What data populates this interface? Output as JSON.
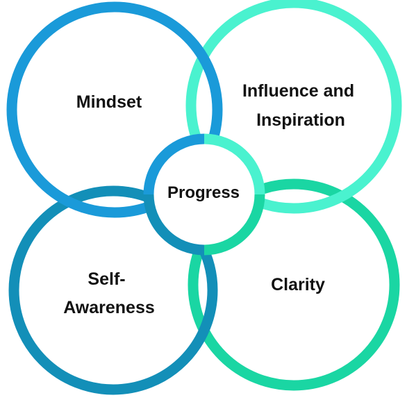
{
  "diagram": {
    "nodes": {
      "mindset": {
        "lines": [
          "Mindset"
        ],
        "color": "#1a9ad9"
      },
      "influence": {
        "lines": [
          "Influence and",
          "Inspiration"
        ],
        "color": "#4af2cf"
      },
      "self_awareness": {
        "lines": [
          "Self-",
          "Awareness"
        ],
        "color": "#138fb8"
      },
      "clarity": {
        "lines": [
          "Clarity"
        ],
        "color": "#1ad6a3"
      },
      "progress": {
        "lines": [
          "Progress"
        ],
        "color": "#1a9ad9"
      }
    }
  }
}
